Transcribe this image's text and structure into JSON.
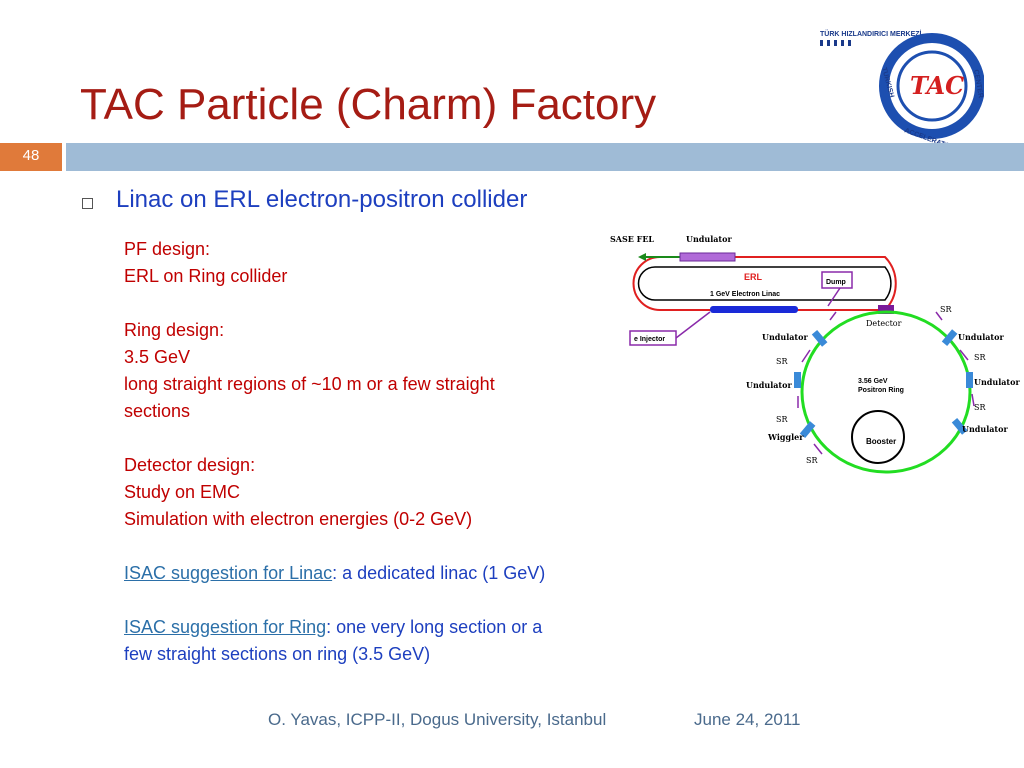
{
  "slide": {
    "title": "TAC Particle (Charm) Factory",
    "number": "48",
    "bullet": "Linac on ERL electron-positron collider"
  },
  "content": {
    "pf_heading": "PF design:",
    "pf_line": "ERL on Ring collider",
    "ring_heading": "Ring design:",
    "ring_energy": "3.5 GeV",
    "ring_line1": "long straight regions of ~10 m or a few straight",
    "ring_line2": "sections",
    "det_heading": "Detector design:",
    "det_line1": "Study on EMC",
    "det_line2": "Simulation with electron energies (0-2 GeV)",
    "isac_linac_link": "ISAC suggestion for Linac",
    "isac_linac_text": ": a dedicated linac (1 GeV)",
    "isac_ring_link": "ISAC suggestion for Ring",
    "isac_ring_text1": ": one very long section or a",
    "isac_ring_text2": "few straight sections on ring (3.5 GeV)"
  },
  "footer": {
    "author": "O. Yavas, ICPP-II, Dogus University, Istanbul",
    "date": "June 24,  2011"
  },
  "logo": {
    "top_text": "TÜRK HIZLANDIRICI MERKEZİ",
    "center": "TAC",
    "ring_text_left": "TURKISH",
    "ring_text_bottom": "ACCELERATOR",
    "ring_text_right": "CENTER"
  },
  "diagram": {
    "sase_fel": "SASE FEL",
    "undulator_top": "Undulator",
    "erl": "ERL",
    "linac": "1 GeV Electron Linac",
    "dump": "Dump",
    "injector": "e Injector",
    "detector": "Detector",
    "ring": "3.56 GeV",
    "ring2": "Positron Ring",
    "booster": "Booster",
    "sr": "SR",
    "undulator": "Undulator",
    "wiggler": "Wiggler"
  },
  "colors": {
    "title": "#a51c14",
    "accent_orange": "#e07a3a",
    "bar_blue": "#9fbbd6",
    "body_red": "#c00000",
    "body_blue": "#1d3fbf",
    "ring_green": "#22dd22",
    "erl_red": "#e02020"
  }
}
